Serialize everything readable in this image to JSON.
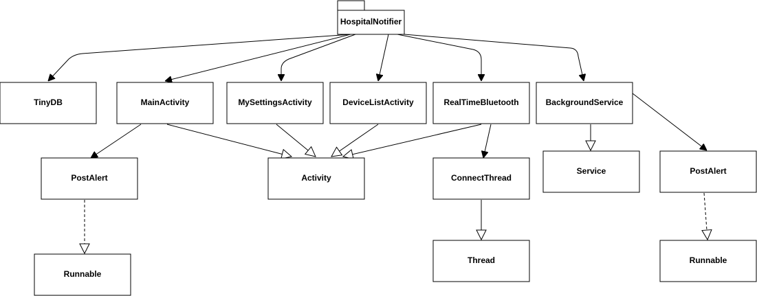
{
  "diagram": {
    "package": {
      "name": "HospitalNotifier"
    },
    "classes": {
      "tinydb": "TinyDB",
      "main_activity": "MainActivity",
      "my_settings_activity": "MySettingsActivity",
      "device_list_activity": "DeviceListActivity",
      "realtime_bluetooth": "RealTimeBluetooth",
      "background_service": "BackgroundService",
      "post_alert_1": "PostAlert",
      "activity": "Activity",
      "connect_thread": "ConnectThread",
      "service": "Service",
      "post_alert_2": "PostAlert",
      "runnable_1": "Runnable",
      "thread": "Thread",
      "runnable_2": "Runnable"
    },
    "relationships": [
      {
        "from": "HospitalNotifier",
        "to": "TinyDB",
        "type": "association"
      },
      {
        "from": "HospitalNotifier",
        "to": "MainActivity",
        "type": "association"
      },
      {
        "from": "HospitalNotifier",
        "to": "MySettingsActivity",
        "type": "association"
      },
      {
        "from": "HospitalNotifier",
        "to": "DeviceListActivity",
        "type": "association"
      },
      {
        "from": "HospitalNotifier",
        "to": "RealTimeBluetooth",
        "type": "association"
      },
      {
        "from": "HospitalNotifier",
        "to": "BackgroundService",
        "type": "association"
      },
      {
        "from": "MainActivity",
        "to": "PostAlert",
        "type": "association"
      },
      {
        "from": "MainActivity",
        "to": "Activity",
        "type": "inheritance"
      },
      {
        "from": "MySettingsActivity",
        "to": "Activity",
        "type": "inheritance"
      },
      {
        "from": "DeviceListActivity",
        "to": "Activity",
        "type": "inheritance"
      },
      {
        "from": "RealTimeBluetooth",
        "to": "Activity",
        "type": "inheritance"
      },
      {
        "from": "RealTimeBluetooth",
        "to": "ConnectThread",
        "type": "association"
      },
      {
        "from": "BackgroundService",
        "to": "Service",
        "type": "inheritance"
      },
      {
        "from": "BackgroundService",
        "to": "PostAlert",
        "type": "association"
      },
      {
        "from": "PostAlert",
        "to": "Runnable",
        "type": "realization"
      },
      {
        "from": "ConnectThread",
        "to": "Thread",
        "type": "inheritance"
      },
      {
        "from": "PostAlert",
        "to": "Runnable",
        "type": "realization"
      }
    ]
  }
}
